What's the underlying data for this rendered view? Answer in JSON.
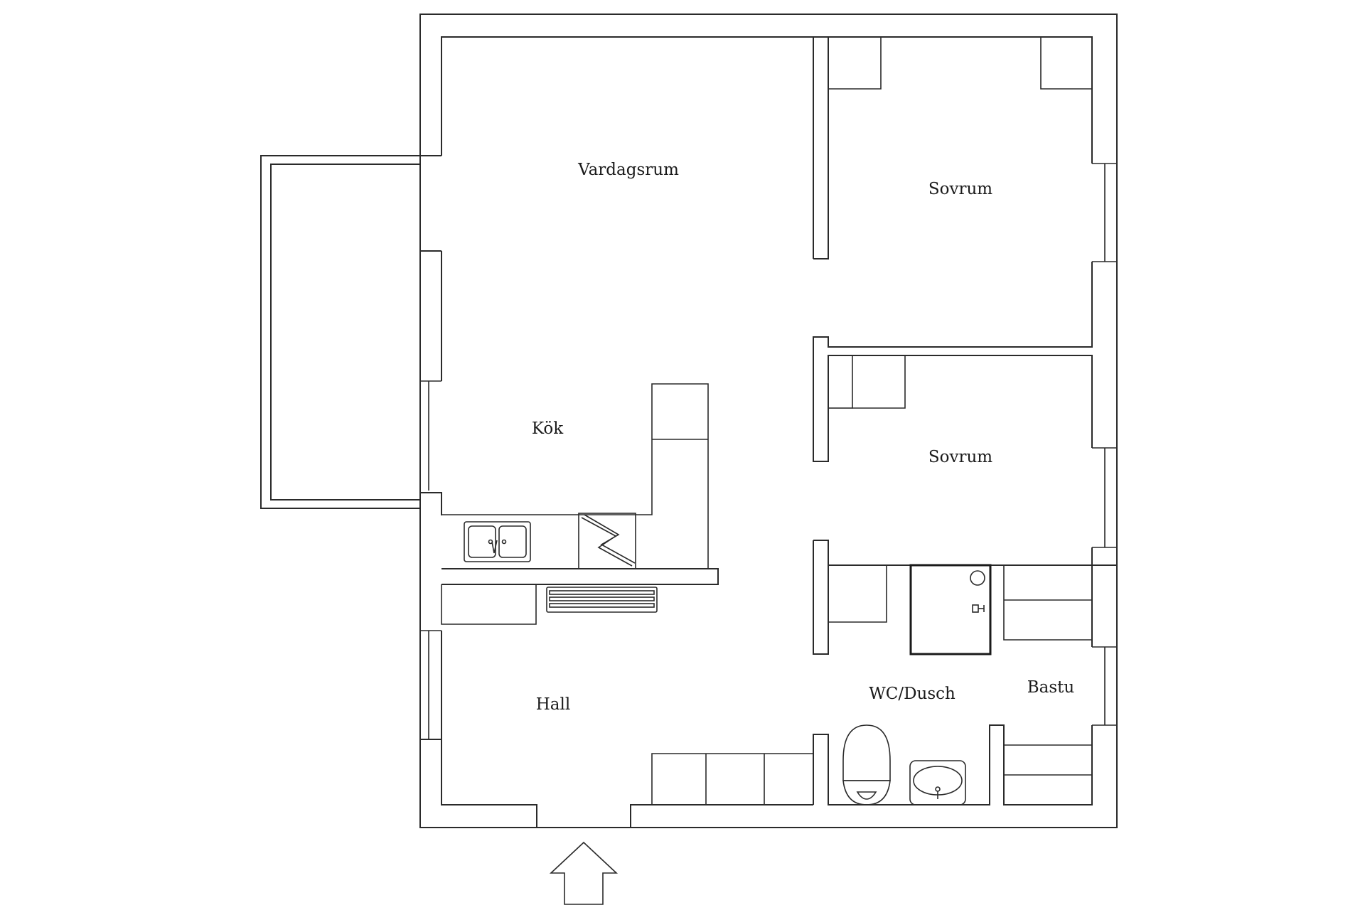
{
  "rooms": {
    "vardagsrum": "Vardagsrum",
    "sovrum_1": "Sovrum",
    "sovrum_2": "Sovrum",
    "kok": "Kök",
    "hall": "Hall",
    "wc_dusch": "WC/Dusch",
    "bastu": "Bastu"
  }
}
